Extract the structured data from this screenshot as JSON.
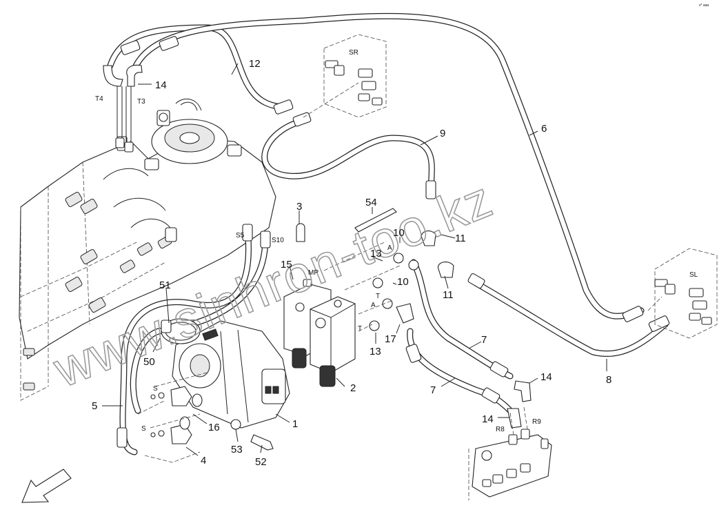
{
  "corner_mark": "s* aaa",
  "watermark": "www.sinhron-too.kz",
  "callouts": {
    "c12": "12",
    "c14a": "14",
    "c6": "6",
    "c9": "9",
    "c3": "3",
    "c54": "54",
    "c10a": "10",
    "c11a": "11",
    "c13a": "13",
    "c15": "15",
    "c10b": "10",
    "c11b": "11",
    "c51": "51",
    "c50": "50",
    "c17": "17",
    "c13b": "13",
    "c7a": "7",
    "c14b": "14",
    "c7b": "7",
    "c8": "8",
    "c2": "2",
    "c5": "5",
    "c16": "16",
    "c1": "1",
    "c14c": "14",
    "c53": "53",
    "c4": "4",
    "c52": "52"
  },
  "port_labels": {
    "t4": "T4",
    "t3": "T3",
    "sr": "SR",
    "sl": "SL",
    "s5": "S5",
    "s10": "S10",
    "mp": "MP",
    "a1": "A",
    "a2": "A",
    "t1": "T",
    "t2": "T",
    "s1": "S",
    "s2": "S",
    "r8": "R8",
    "r9": "R9"
  }
}
